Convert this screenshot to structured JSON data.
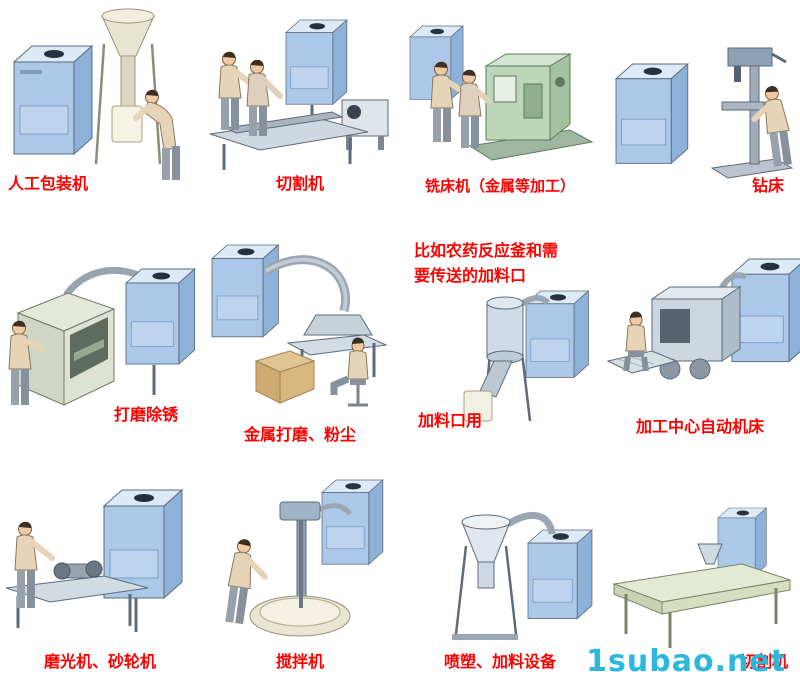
{
  "watermark": "1subao.net",
  "colors": {
    "label": "#ff0000",
    "watermark": "#2bb8dc",
    "collector_front": "#abc8e8",
    "collector_side": "#8db1d8",
    "collector_top": "#dce9f6",
    "machine_green": "#bcd6b8"
  },
  "cells": [
    {
      "label": "人工包装机"
    },
    {
      "label": "切割机"
    },
    {
      "label": "铣床机（金属等加工）"
    },
    {
      "label": "钻床"
    },
    {
      "label": "打磨除锈"
    },
    {
      "label": "金属打磨、粉尘"
    },
    {
      "label": "加料口用",
      "note": "比如农药反应釜和需要传送的加料口"
    },
    {
      "label": "加工中心自动机床"
    },
    {
      "label": "磨光机、砂轮机"
    },
    {
      "label": "搅拌机"
    },
    {
      "label": "喷塑、加料设备"
    },
    {
      "label": "切割机"
    }
  ]
}
